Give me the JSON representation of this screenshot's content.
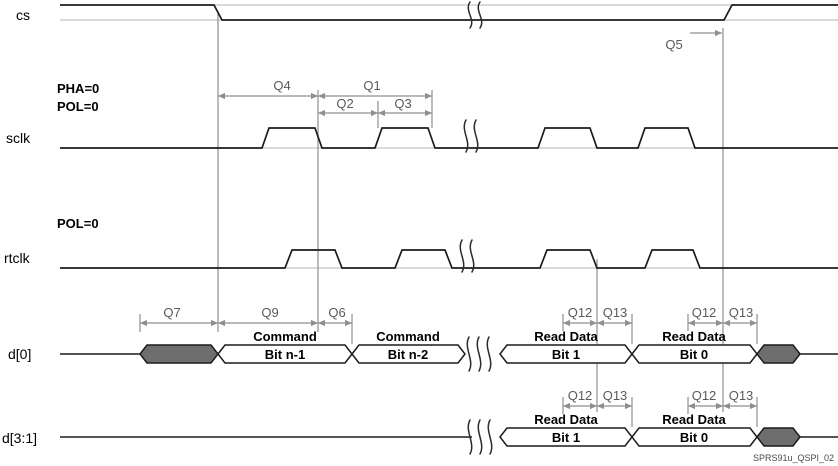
{
  "diagram": {
    "watermark": "SPRS91u_QSPI_02"
  },
  "signals": {
    "cs": "cs",
    "sclk": "sclk",
    "rtclk": "rtclk",
    "d0": "d[0]",
    "d31": "d[3:1]"
  },
  "modes": {
    "sclk_pha": "PHA=0",
    "sclk_pol": "POL=0",
    "rtclk_pol": "POL=0"
  },
  "timing_params": {
    "q1": "Q1",
    "q2": "Q2",
    "q3": "Q3",
    "q4": "Q4",
    "q5": "Q5",
    "q6": "Q6",
    "q7": "Q7",
    "q9": "Q9",
    "q12": "Q12",
    "q13": "Q13"
  },
  "bus_labels": {
    "command": "Command",
    "bit_n1": "Bit n-1",
    "bit_n2": "Bit n-2",
    "read_data": "Read Data",
    "bit_1": "Bit 1",
    "bit_0": "Bit 0"
  }
}
